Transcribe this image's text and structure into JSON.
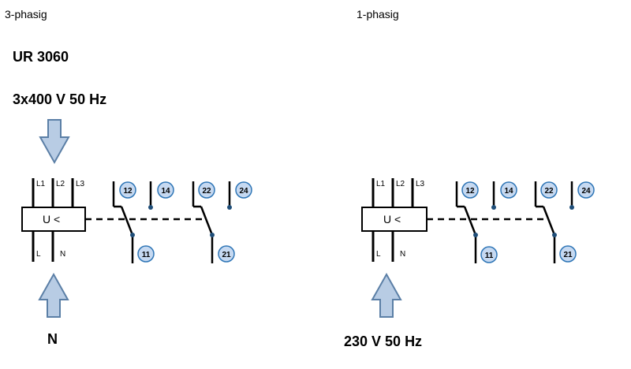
{
  "three_phase": {
    "heading": "3-phasig",
    "model": "UR 3060",
    "supply": "3x400 V 50 Hz",
    "bottom_label": "N",
    "top_lines": [
      "L1",
      "L2",
      "L3"
    ],
    "bottom_lines": [
      "L",
      "N"
    ],
    "relay_label": "U <",
    "terminals": [
      "12",
      "14",
      "22",
      "24",
      "11",
      "21"
    ]
  },
  "single_phase": {
    "heading": "1-phasig",
    "bottom_label": "230 V 50 Hz",
    "top_lines": [
      "L1",
      "L2",
      "L3"
    ],
    "bottom_lines": [
      "L",
      "N"
    ],
    "relay_label": "U <",
    "terminals": [
      "12",
      "14",
      "22",
      "24",
      "11",
      "21"
    ]
  },
  "colors": {
    "arrow_fill": "#b8cce4",
    "arrow_stroke": "#5b7fa6",
    "terminal_fill": "#c6d9f1",
    "terminal_stroke": "#2e75b6",
    "line": "#000000",
    "dot": "#1f4e79"
  }
}
